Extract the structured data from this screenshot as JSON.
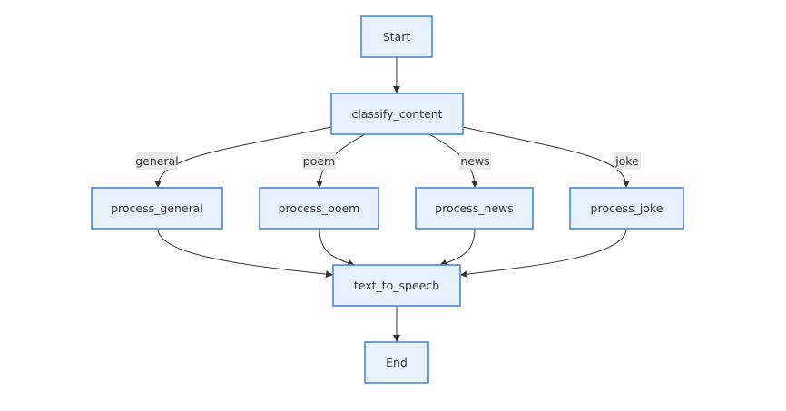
{
  "diagram": {
    "nodes": {
      "start": "Start",
      "classify_content": "classify_content",
      "process_general": "process_general",
      "process_poem": "process_poem",
      "process_news": "process_news",
      "process_joke": "process_joke",
      "text_to_speech": "text_to_speech",
      "end": "End"
    },
    "edge_labels": {
      "general": "general",
      "poem": "poem",
      "news": "news",
      "joke": "joke"
    },
    "colors": {
      "node_fill": "#e6f1fc",
      "node_stroke": "#4a86d6",
      "edge_stroke": "#333333",
      "label_background": "#e9e9e9"
    }
  }
}
